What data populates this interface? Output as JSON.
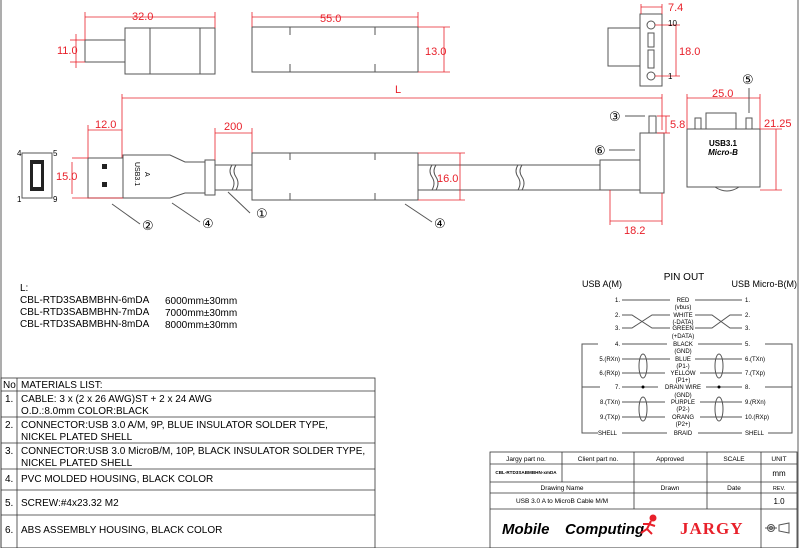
{
  "dimensions": {
    "a_plug_length": "32.0",
    "a_plug_height": "11.0",
    "mold_length": "55.0",
    "mold_height": "13.0",
    "micro_thickness": "7.4",
    "micro_width": "18.0",
    "cable_length": "L",
    "a_plug_tip": "12.0",
    "a_plug_width": "15.0",
    "breakout": "200",
    "mold_diameter": "16.0",
    "screw_height": "5.8",
    "micro_depth": "18.2",
    "micro_body_width": "25.0",
    "micro_body_height": "21.25"
  },
  "labels": {
    "pin4": "4",
    "pin5": "5",
    "pin1": "1",
    "pin9": "9",
    "micro_pin10": "10",
    "micro_pin1": "1",
    "a_plug_print": "USB3.1",
    "a_plug_print2": "A",
    "micro_print": "USB3.1",
    "micro_print2": "Micro-B"
  },
  "callouts": [
    "①",
    "②",
    "③",
    "④",
    "⑤",
    "⑥"
  ],
  "lengths": {
    "title": "L:",
    "rows": [
      {
        "part": "CBL-RTD3SABMBHN-6mDA",
        "length": "6000mm±30mm"
      },
      {
        "part": "CBL-RTD3SABMBHN-7mDA",
        "length": "7000mm±30mm"
      },
      {
        "part": "CBL-RTD3SABMBHN-8mDA",
        "length": "8000mm±30mm"
      }
    ]
  },
  "materials": {
    "no_header": "No",
    "header": "MATERIALS LIST:",
    "rows": [
      {
        "no": "1.",
        "line1": "CABLE: 3 x (2 x 26 AWG)ST + 2 x 24 AWG",
        "line2": "O.D.:8.0mm COLOR:BLACK"
      },
      {
        "no": "2.",
        "line1": "CONNECTOR:USB 3.0 A/M, 9P, BLUE INSULATOR SOLDER TYPE,",
        "line2": "NICKEL PLATED SHELL"
      },
      {
        "no": "3.",
        "line1": "CONNECTOR:USB 3.0 MicroB/M, 10P, BLACK INSULATOR SOLDER TYPE,",
        "line2": "NICKEL PLATED SHELL"
      },
      {
        "no": "4.",
        "line1": "PVC MOLDED HOUSING, BLACK COLOR",
        "line2": ""
      },
      {
        "no": "5.",
        "line1": "SCREW:#4x23.32 M2",
        "line2": ""
      },
      {
        "no": "6.",
        "line1": "ABS ASSEMBLY HOUSING, BLACK COLOR",
        "line2": ""
      }
    ]
  },
  "pinout": {
    "title": "PIN OUT",
    "left_header": "USB A(M)",
    "right_header": "USB Micro-B(M)",
    "rows": [
      {
        "left": "1.",
        "wire": "RED",
        "sub": "(vbus)",
        "right": "1."
      },
      {
        "left": "2.",
        "wire": "WHITE",
        "sub": "(-DATA)",
        "right": "2."
      },
      {
        "left": "3.",
        "wire": "GREEN",
        "sub": "(+DATA)",
        "right": "3."
      },
      {
        "left": "4.",
        "wire": "BLACK",
        "sub": "(GND)",
        "right": "5."
      },
      {
        "left": "5.(RXn)",
        "wire": "BLUE",
        "sub": "(P1-)",
        "right": "6.(TXn)"
      },
      {
        "left": "6.(RXp)",
        "wire": "YELLOW",
        "sub": "(P1+)",
        "right": "7.(TXp)"
      },
      {
        "left": "7.",
        "wire": "DRAIN WIRE",
        "sub": "(GND)",
        "right": "8."
      },
      {
        "left": "8.(TXn)",
        "wire": "PURPLE",
        "sub": "(P2-)",
        "right": "9.(RXn)"
      },
      {
        "left": "9.(TXp)",
        "wire": "ORANG",
        "sub": "(P2+)",
        "right": "10.(RXp)"
      },
      {
        "left": "SHELL",
        "wire": "BRAID",
        "sub": "",
        "right": "SHELL"
      }
    ]
  },
  "title_block": {
    "jargy_part_label": "Jargy part no.",
    "client_part_label": "Client part no.",
    "approved_label": "Approved",
    "scale_label": "SCALE",
    "unit_label": "UNIT",
    "jargy_part_value": "CBL-RTD3SABMBHN-xmDA",
    "unit_value": "mm",
    "drawing_name_label": "Drawing Name",
    "drawn_label": "Drawn",
    "date_label": "Date",
    "rev_label": "REV.",
    "drawing_name_value": "USB 3.0 A to MicroB Cable M/M",
    "rev_value": "1.0",
    "logo_mobile": "Mobile",
    "logo_computing": "Computing",
    "logo_jargy": "JARGY"
  },
  "colors": {
    "dimension": "#e8202a",
    "logo_red": "#e8202a"
  }
}
